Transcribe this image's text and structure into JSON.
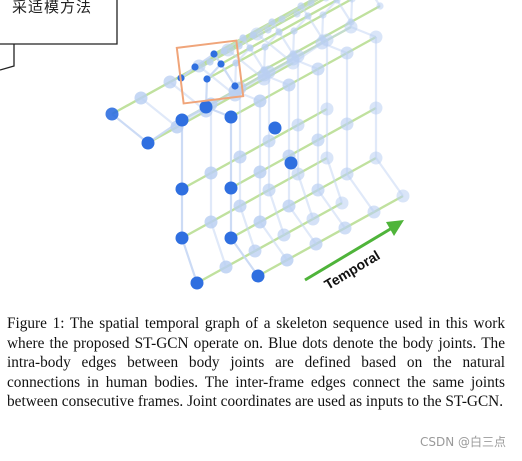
{
  "callout": {
    "text": "采适模方法"
  },
  "figure": {
    "axis_label": "Temporal",
    "colors": {
      "joint_primary": "#2f6fe0",
      "joint_faded": "#b9cff2",
      "bone": "#c7d8f5",
      "temporal_edge": "#b6dc8e",
      "temporal_arrow": "#4fb43a",
      "highlight_box": "#f0a57a"
    }
  },
  "caption": {
    "label": "Figure 1:",
    "text": "The spatial temporal graph of a skeleton sequence used in this work where the proposed ST-GCN operate on. Blue dots denote the body joints. The intra-body edges between body joints are defined based on the natural connections in human bodies. The inter-frame edges connect the same joints between consecutive frames. Joint coordinates are used as inputs to the ST-GCN."
  },
  "watermark": {
    "text": "CSDN @白三点"
  }
}
